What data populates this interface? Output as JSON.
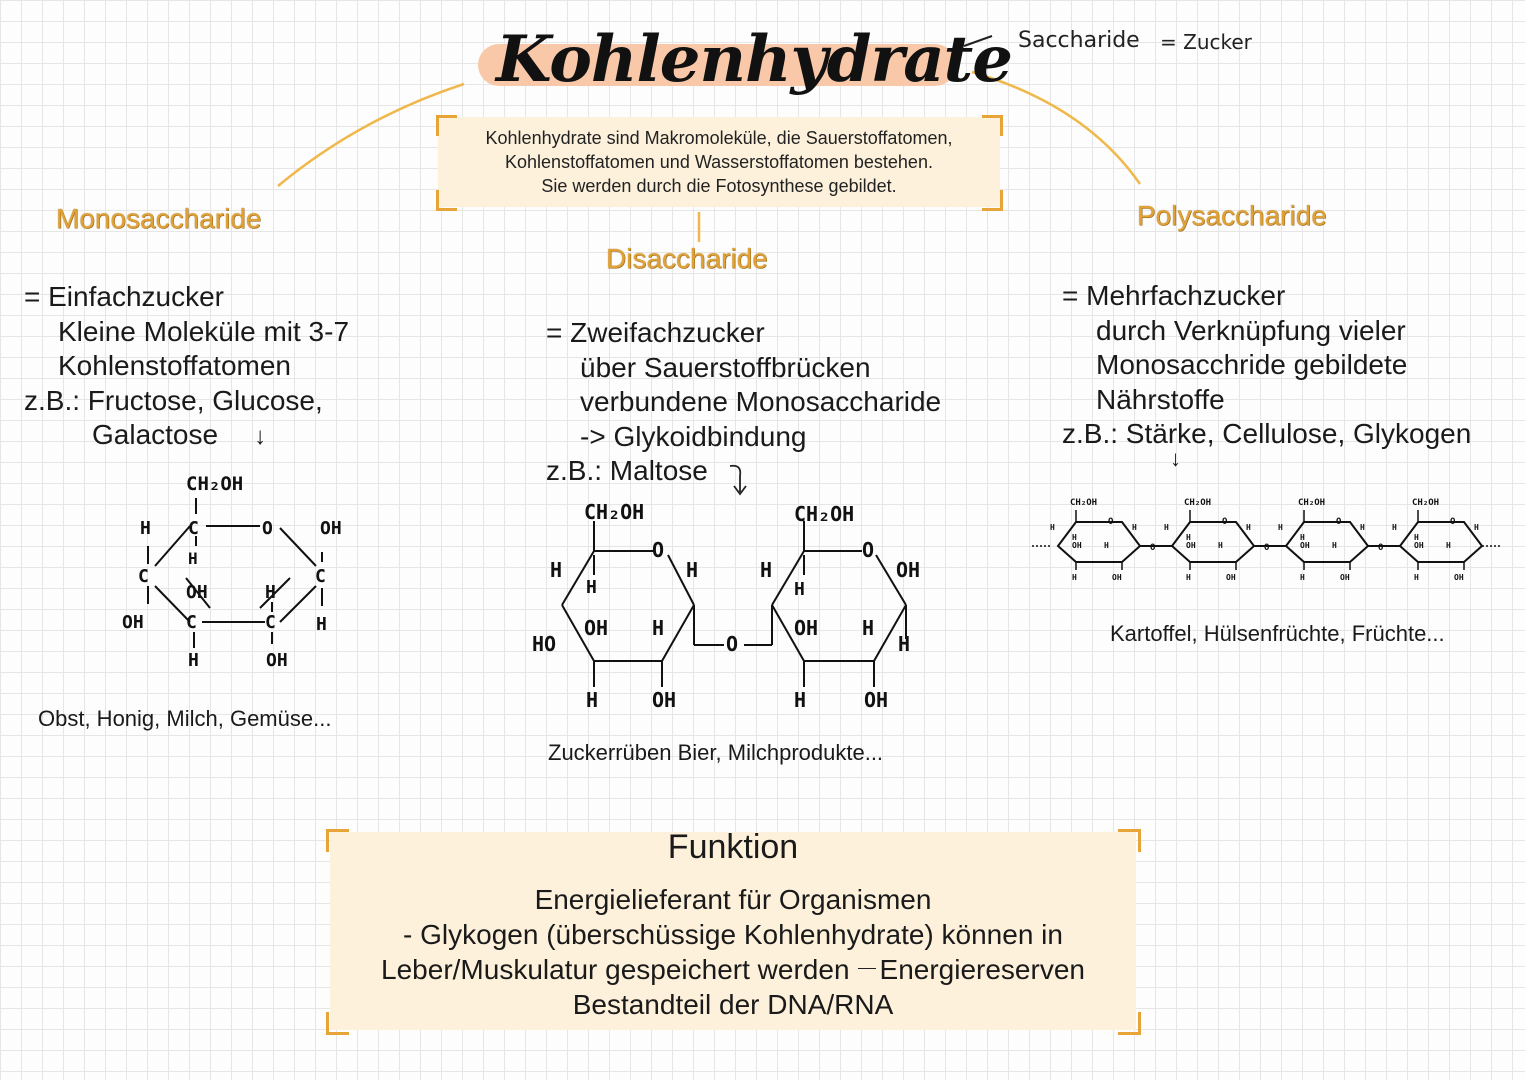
{
  "title": "Kohlenhydrate",
  "side_note": {
    "left": "Saccharide",
    "right": "= Zucker"
  },
  "intro": [
    "Kohlenhydrate sind Makromoleküle, die Sauerstoffatomen,",
    "Kohlenstoffatomen und Wasserstoffatomen bestehen.",
    "Sie werden durch die Fotosynthese gebildet."
  ],
  "mono": {
    "heading": "Monosaccharide",
    "lines": [
      "= Einfachzucker",
      "Kleine Moleküle mit 3-7",
      "Kohlenstoffatomen",
      "z.B.: Fructose, Glucose,",
      "Galactose"
    ],
    "arrow": "↓",
    "examples": "Obst, Honig, Milch, Gemüse..."
  },
  "di": {
    "heading": "Disaccharide",
    "lines": [
      "= Zweifachzucker",
      "über Sauerstoffbrücken",
      "verbundene Monosaccharide",
      "-> Glykoidbindung",
      "z.B.: Maltose"
    ],
    "examples": "Zuckerrüben Bier, Milchprodukte..."
  },
  "poly": {
    "heading": "Polysaccharide",
    "lines": [
      "= Mehrfachzucker",
      "durch Verknüpfung vieler",
      "Monosacchride gebildete",
      "Nährstoffe",
      "z.B.: Stärke, Cellulose, Glykogen"
    ],
    "arrow": "↓",
    "examples": "Kartoffel, Hülsenfrüchte, Früchte..."
  },
  "formula_labels": {
    "ch2oh": "CH₂OH",
    "h": "H",
    "oh": "OH",
    "o": "O",
    "c": "C",
    "ho": "HO",
    "bridge_o": "-O-"
  },
  "function": {
    "title": "Funktion",
    "lines": [
      "Energielieferant für Organismen",
      "- Glykogen (überschüssige Kohlenhydrate) können in",
      "Leber/Muskulatur gespeichert werden",
      "Energiereserven",
      "Bestandteil der DNA/RNA"
    ]
  },
  "colors": {
    "accent": "#e6a536",
    "highlight": "#f9c8a8",
    "box": "#fdf1dc"
  }
}
